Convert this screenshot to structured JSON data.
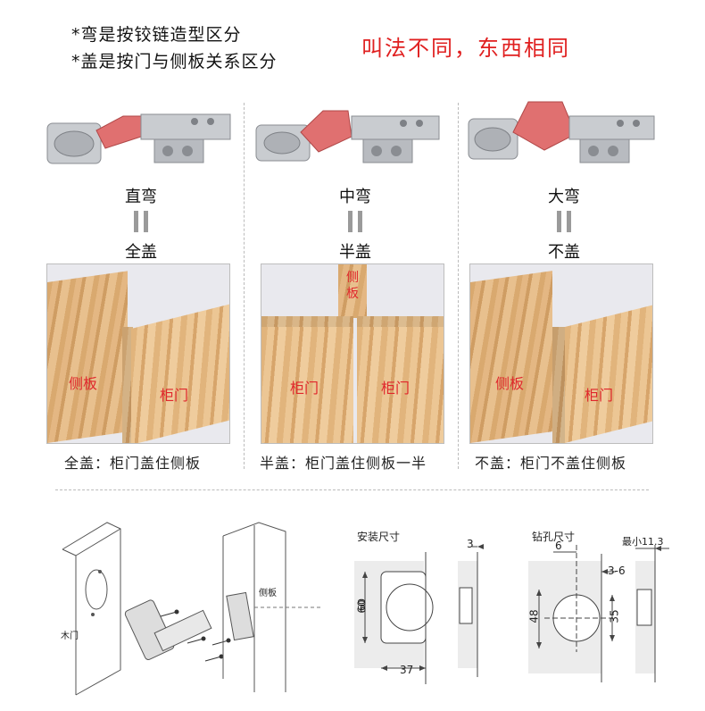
{
  "notes": {
    "line1": "*弯是按铰链造型区分",
    "line2": "*盖是按门与侧板关系区分",
    "emphasis": "叫法不同，东西相同"
  },
  "panels": [
    {
      "bend": "直弯",
      "cover": "全盖",
      "side_label": "侧板",
      "door_label": "柜门",
      "caption": "全盖：柜门盖住侧板"
    },
    {
      "bend": "中弯",
      "cover": "半盖",
      "side_label": "侧板",
      "door_label_left": "柜门",
      "door_label_right": "柜门",
      "caption": "半盖：柜门盖住侧板一半"
    },
    {
      "bend": "大弯",
      "cover": "不盖",
      "side_label": "侧板",
      "door_label": "柜门",
      "caption": "不盖：柜门不盖住侧板"
    }
  ],
  "diagrams": {
    "install_title": "安装尺寸",
    "drill_title": "钻孔尺寸",
    "assembly_label_door": "木门",
    "assembly_label_side": "侧板",
    "install_dims": {
      "d60": "60",
      "d37": "37",
      "d3": "3"
    },
    "drill_dims": {
      "d48": "48",
      "d35": "35",
      "d6": "6",
      "d36": "3-6",
      "min": "最小11.3"
    }
  },
  "colors": {
    "emphasis_red": "#e02020",
    "label_red": "#e0262b",
    "hinge_highlight": "#e07070",
    "hinge_metal": "#c9ccd0"
  }
}
